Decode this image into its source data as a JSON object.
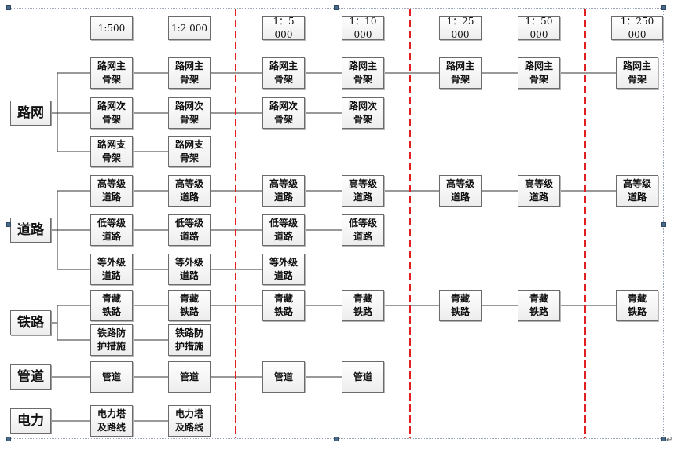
{
  "scales": [
    "1:500",
    "1:2 000",
    "1：5 000",
    "1：10 000",
    "1：25 000",
    "1：50 000",
    "1：250 000"
  ],
  "categories": [
    {
      "label": "路网",
      "rows": [
        [
          "路网主\n骨架",
          "路网主\n骨架",
          "路网主\n骨架",
          "路网主\n骨架",
          "路网主\n骨架",
          "路网主\n骨架",
          "路网主\n骨架"
        ],
        [
          "路网次\n骨架",
          "路网次\n骨架",
          "路网次\n骨架",
          "路网次\n骨架"
        ],
        [
          "路网支\n骨架",
          "路网支\n骨架"
        ]
      ]
    },
    {
      "label": "道路",
      "rows": [
        [
          "高等级\n道路",
          "高等级\n道路",
          "高等级\n道路",
          "高等级\n道路",
          "高等级\n道路",
          "高等级\n道路",
          "高等级\n道路"
        ],
        [
          "低等级\n道路",
          "低等级\n道路",
          "低等级\n道路",
          "低等级\n道路"
        ],
        [
          "等外级\n道路",
          "等外级\n道路",
          "等外级\n道路"
        ]
      ]
    },
    {
      "label": "铁路",
      "rows": [
        [
          "青藏\n铁路",
          "青藏\n铁路",
          "青藏\n铁路",
          "青藏\n铁路",
          "青藏\n铁路",
          "青藏\n铁路",
          "青藏\n铁路"
        ],
        [
          "铁路防\n护措施",
          "铁路防\n护措施"
        ]
      ]
    },
    {
      "label": "管道",
      "rows": [
        [
          "管道",
          "管道",
          "管道",
          "管道"
        ]
      ]
    },
    {
      "label": "电力",
      "rows": [
        [
          "电力塔\n及路线",
          "电力塔\n及路线"
        ]
      ]
    }
  ],
  "colors": {
    "divider": "#e02020",
    "line": "#333333",
    "border": "#6b6b6b"
  },
  "end_mark": "↵"
}
